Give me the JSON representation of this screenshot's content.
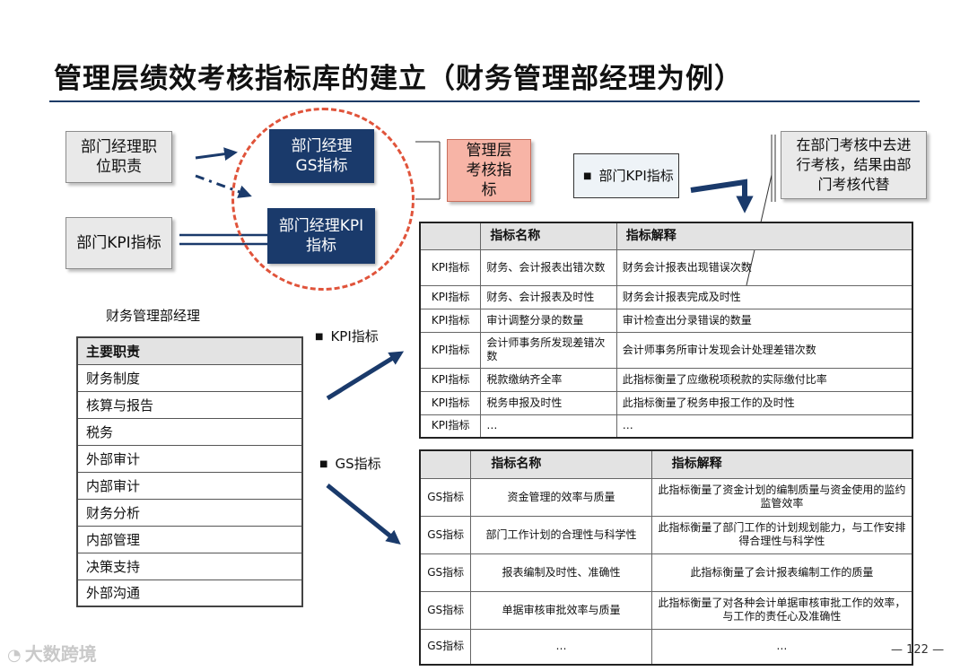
{
  "title": "管理层绩效考核指标库的建立（财务管理部经理为例）",
  "diagram": {
    "duty_box": "部门经理职位职责",
    "kpi_source_box": "部门KPI指标",
    "gs_box": "部门经理GS指标",
    "kpi_box": "部门经理KPI指标",
    "mgmt_box": "管理层考核指标",
    "dept_kpi_label": "部门KPI指标",
    "note_box": "在部门考核中去进行考核，结果由部门考核代替"
  },
  "role_caption": "财务管理部经理",
  "duties": {
    "header": "主要职责",
    "items": [
      "财务制度",
      "核算与报告",
      "税务",
      "外部审计",
      "内部审计",
      "财务分析",
      "内部管理",
      "决策支持",
      "外部沟通"
    ]
  },
  "kpi_bullet": "KPI指标",
  "gs_bullet": "GS指标",
  "kpi_table": {
    "headers": [
      "",
      "指标名称",
      "指标解释"
    ],
    "rows": [
      [
        "KPI指标",
        "财务、会计报表出错次数",
        "财务会计报表出现错误次数"
      ],
      [
        "KPI指标",
        "财务、会计报表及时性",
        "财务会计报表完成及时性"
      ],
      [
        "KPI指标",
        "审计调整分录的数量",
        "审计检查出分录错误的数量"
      ],
      [
        "KPI指标",
        "会计师事务所发现差错次数",
        "会计师事务所审计发现会计处理差错次数"
      ],
      [
        "KPI指标",
        "税款缴纳齐全率",
        "此指标衡量了应缴税项税款的实际缴付比率"
      ],
      [
        "KPI指标",
        "税务申报及时性",
        "此指标衡量了税务申报工作的及时性"
      ],
      [
        "KPI指标",
        "…",
        "…"
      ]
    ]
  },
  "gs_table": {
    "headers": [
      "",
      "指标名称",
      "指标解释"
    ],
    "rows": [
      [
        "GS指标",
        "资金管理的效率与质量",
        "此指标衡量了资金计划的编制质量与资金使用的监约监管效率"
      ],
      [
        "GS指标",
        "部门工作计划的合理性与科学性",
        "此指标衡量了部门工作的计划规划能力，与工作安排得合理性与科学性"
      ],
      [
        "GS指标",
        "报表编制及时性、准确性",
        "此指标衡量了会计报表编制工作的质量"
      ],
      [
        "GS指标",
        "单据审核审批效率与质量",
        "此指标衡量了对各种会计单据审核审批工作的效率，与工作的责任心及准确性"
      ],
      [
        "GS指标",
        "…",
        "…"
      ]
    ]
  },
  "footer": {
    "logo": "大数跨境",
    "page": "— 122 —"
  },
  "icons": {
    "bullet": "square-bullet-icon",
    "logo": "brand-logo-icon"
  },
  "colors": {
    "navy": "#1a3a6b",
    "accent_red": "#e0533a",
    "pink": "#f7b4a6"
  }
}
